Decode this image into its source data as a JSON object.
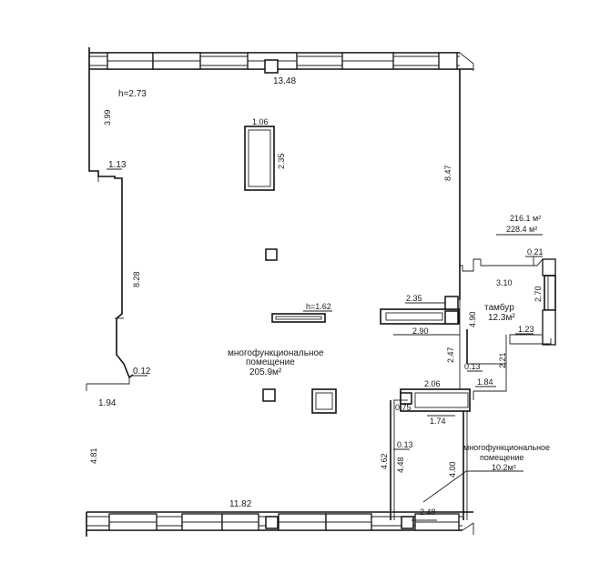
{
  "labels": {
    "top_width": "13.48",
    "ceiling_height": "h=2.73",
    "left_upper": "3.99",
    "left_notch": "1.13",
    "left_mid": "8.28",
    "left_small": "0.12",
    "left_bottom": "1.94",
    "left_lower": "4.81",
    "bottom_width": "11.82",
    "right_upper": "8.47",
    "box_width": "1.06",
    "box_height": "2.35",
    "beam_height": "h=1.62",
    "mid_span": "2.35",
    "mid_offset": "2.90",
    "v_490": "4.90",
    "v_247": "2.47",
    "v_013a": "0.13",
    "d_206": "2.06",
    "d_184": "1.84",
    "d_075": "0.75",
    "d_174": "1.74",
    "v_013b": "0.13",
    "v_462": "4.62",
    "v_448": "4.48",
    "v_400": "4.00",
    "d_248": "2.48",
    "d_021": "0.21",
    "d_310": "3.10",
    "d_270": "2.70",
    "d_123": "1.23",
    "d_221": "2.21",
    "area_total_1": "216.1 м²",
    "area_total_2": "228.4 м²"
  },
  "rooms": {
    "main_name_1": "многофункциональное",
    "main_name_2": "помещение",
    "main_area": "205.9м²",
    "vestibule_name": "тамбур",
    "vestibule_area": "12.3м²",
    "small_name_1": "многофункциональное",
    "small_name_2": "помещение",
    "small_area": "10.2м²"
  }
}
